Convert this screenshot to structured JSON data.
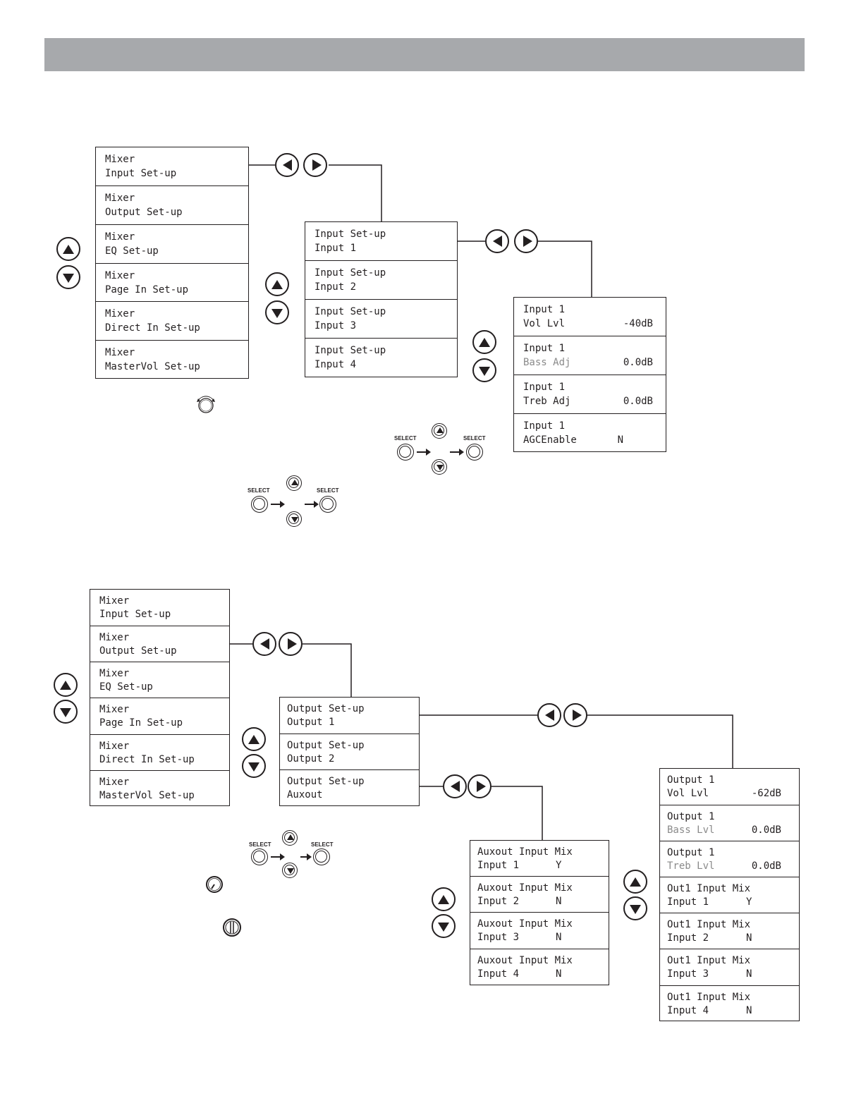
{
  "menus": {
    "top_mixer": [
      {
        "line1": "Mixer",
        "line2": "Input Set-up"
      },
      {
        "line1": "Mixer",
        "line2": "Output Set-up"
      },
      {
        "line1": "Mixer",
        "line2": "EQ Set-up"
      },
      {
        "line1": "Mixer",
        "line2": "Page In Set-up"
      },
      {
        "line1": "Mixer",
        "line2": "Direct In Set-up"
      },
      {
        "line1": "Mixer",
        "line2": "MasterVol Set-up"
      }
    ],
    "input_setup": [
      {
        "line1": "Input Set-up",
        "line2": "Input 1"
      },
      {
        "line1": "Input Set-up",
        "line2": "Input 2"
      },
      {
        "line1": "Input Set-up",
        "line2": "Input 3"
      },
      {
        "line1": "Input Set-up",
        "line2": "Input 4"
      }
    ],
    "input1_params": [
      {
        "line1": "Input 1",
        "line2": "Vol Lvl",
        "value": "-40dB"
      },
      {
        "line1": "Input 1",
        "line2": "Bass Adj",
        "value": "0.0dB"
      },
      {
        "line1": "Input 1",
        "line2": "Treb Adj",
        "value": "0.0dB"
      },
      {
        "line1": "Input 1",
        "line2": "AGCEnable",
        "value": "N"
      }
    ],
    "bottom_mixer": [
      {
        "line1": "Mixer",
        "line2": "Input Set-up"
      },
      {
        "line1": "Mixer",
        "line2": "Output Set-up"
      },
      {
        "line1": "Mixer",
        "line2": "EQ Set-up"
      },
      {
        "line1": "Mixer",
        "line2": "Page In Set-up"
      },
      {
        "line1": "Mixer",
        "line2": "Direct In Set-up"
      },
      {
        "line1": "Mixer",
        "line2": "MasterVol Set-up"
      }
    ],
    "output_setup": [
      {
        "line1": "Output Set-up",
        "line2": "Output 1"
      },
      {
        "line1": "Output Set-up",
        "line2": "Output 2"
      },
      {
        "line1": "Output Set-up",
        "line2": "Auxout"
      }
    ],
    "auxout_mix": [
      {
        "line1": "Auxout Input Mix",
        "line2": "Input 1",
        "value": "Y"
      },
      {
        "line1": "Auxout Input Mix",
        "line2": "Input 2",
        "value": "N"
      },
      {
        "line1": "Auxout Input Mix",
        "line2": "Input 3",
        "value": "N"
      },
      {
        "line1": "Auxout Input Mix",
        "line2": "Input 4",
        "value": "N"
      }
    ],
    "output1_params": [
      {
        "line1": "Output 1",
        "line2": "Vol Lvl",
        "value": "-62dB"
      },
      {
        "line1": "Output 1",
        "line2": "Bass Lvl",
        "value": "0.0dB"
      },
      {
        "line1": "Output 1",
        "line2": "Treb Lvl",
        "value": "0.0dB"
      },
      {
        "line1": "Out1 Input Mix",
        "line2": "Input 1",
        "value": "Y"
      },
      {
        "line1": "Out1 Input Mix",
        "line2": "Input 2",
        "value": "N"
      },
      {
        "line1": "Out1 Input Mix",
        "line2": "Input 3",
        "value": "N"
      },
      {
        "line1": "Out1 Input Mix",
        "line2": "Input 4",
        "value": "N"
      }
    ]
  },
  "select_label": "SELECT",
  "icons": {
    "up": "up-arrow-icon",
    "down": "down-arrow-icon",
    "left": "left-arrow-icon",
    "right": "right-arrow-icon",
    "knob": "volume-knob-icon"
  },
  "colors": {
    "header_bar": "#a7a9ac",
    "line": "#231f20"
  }
}
